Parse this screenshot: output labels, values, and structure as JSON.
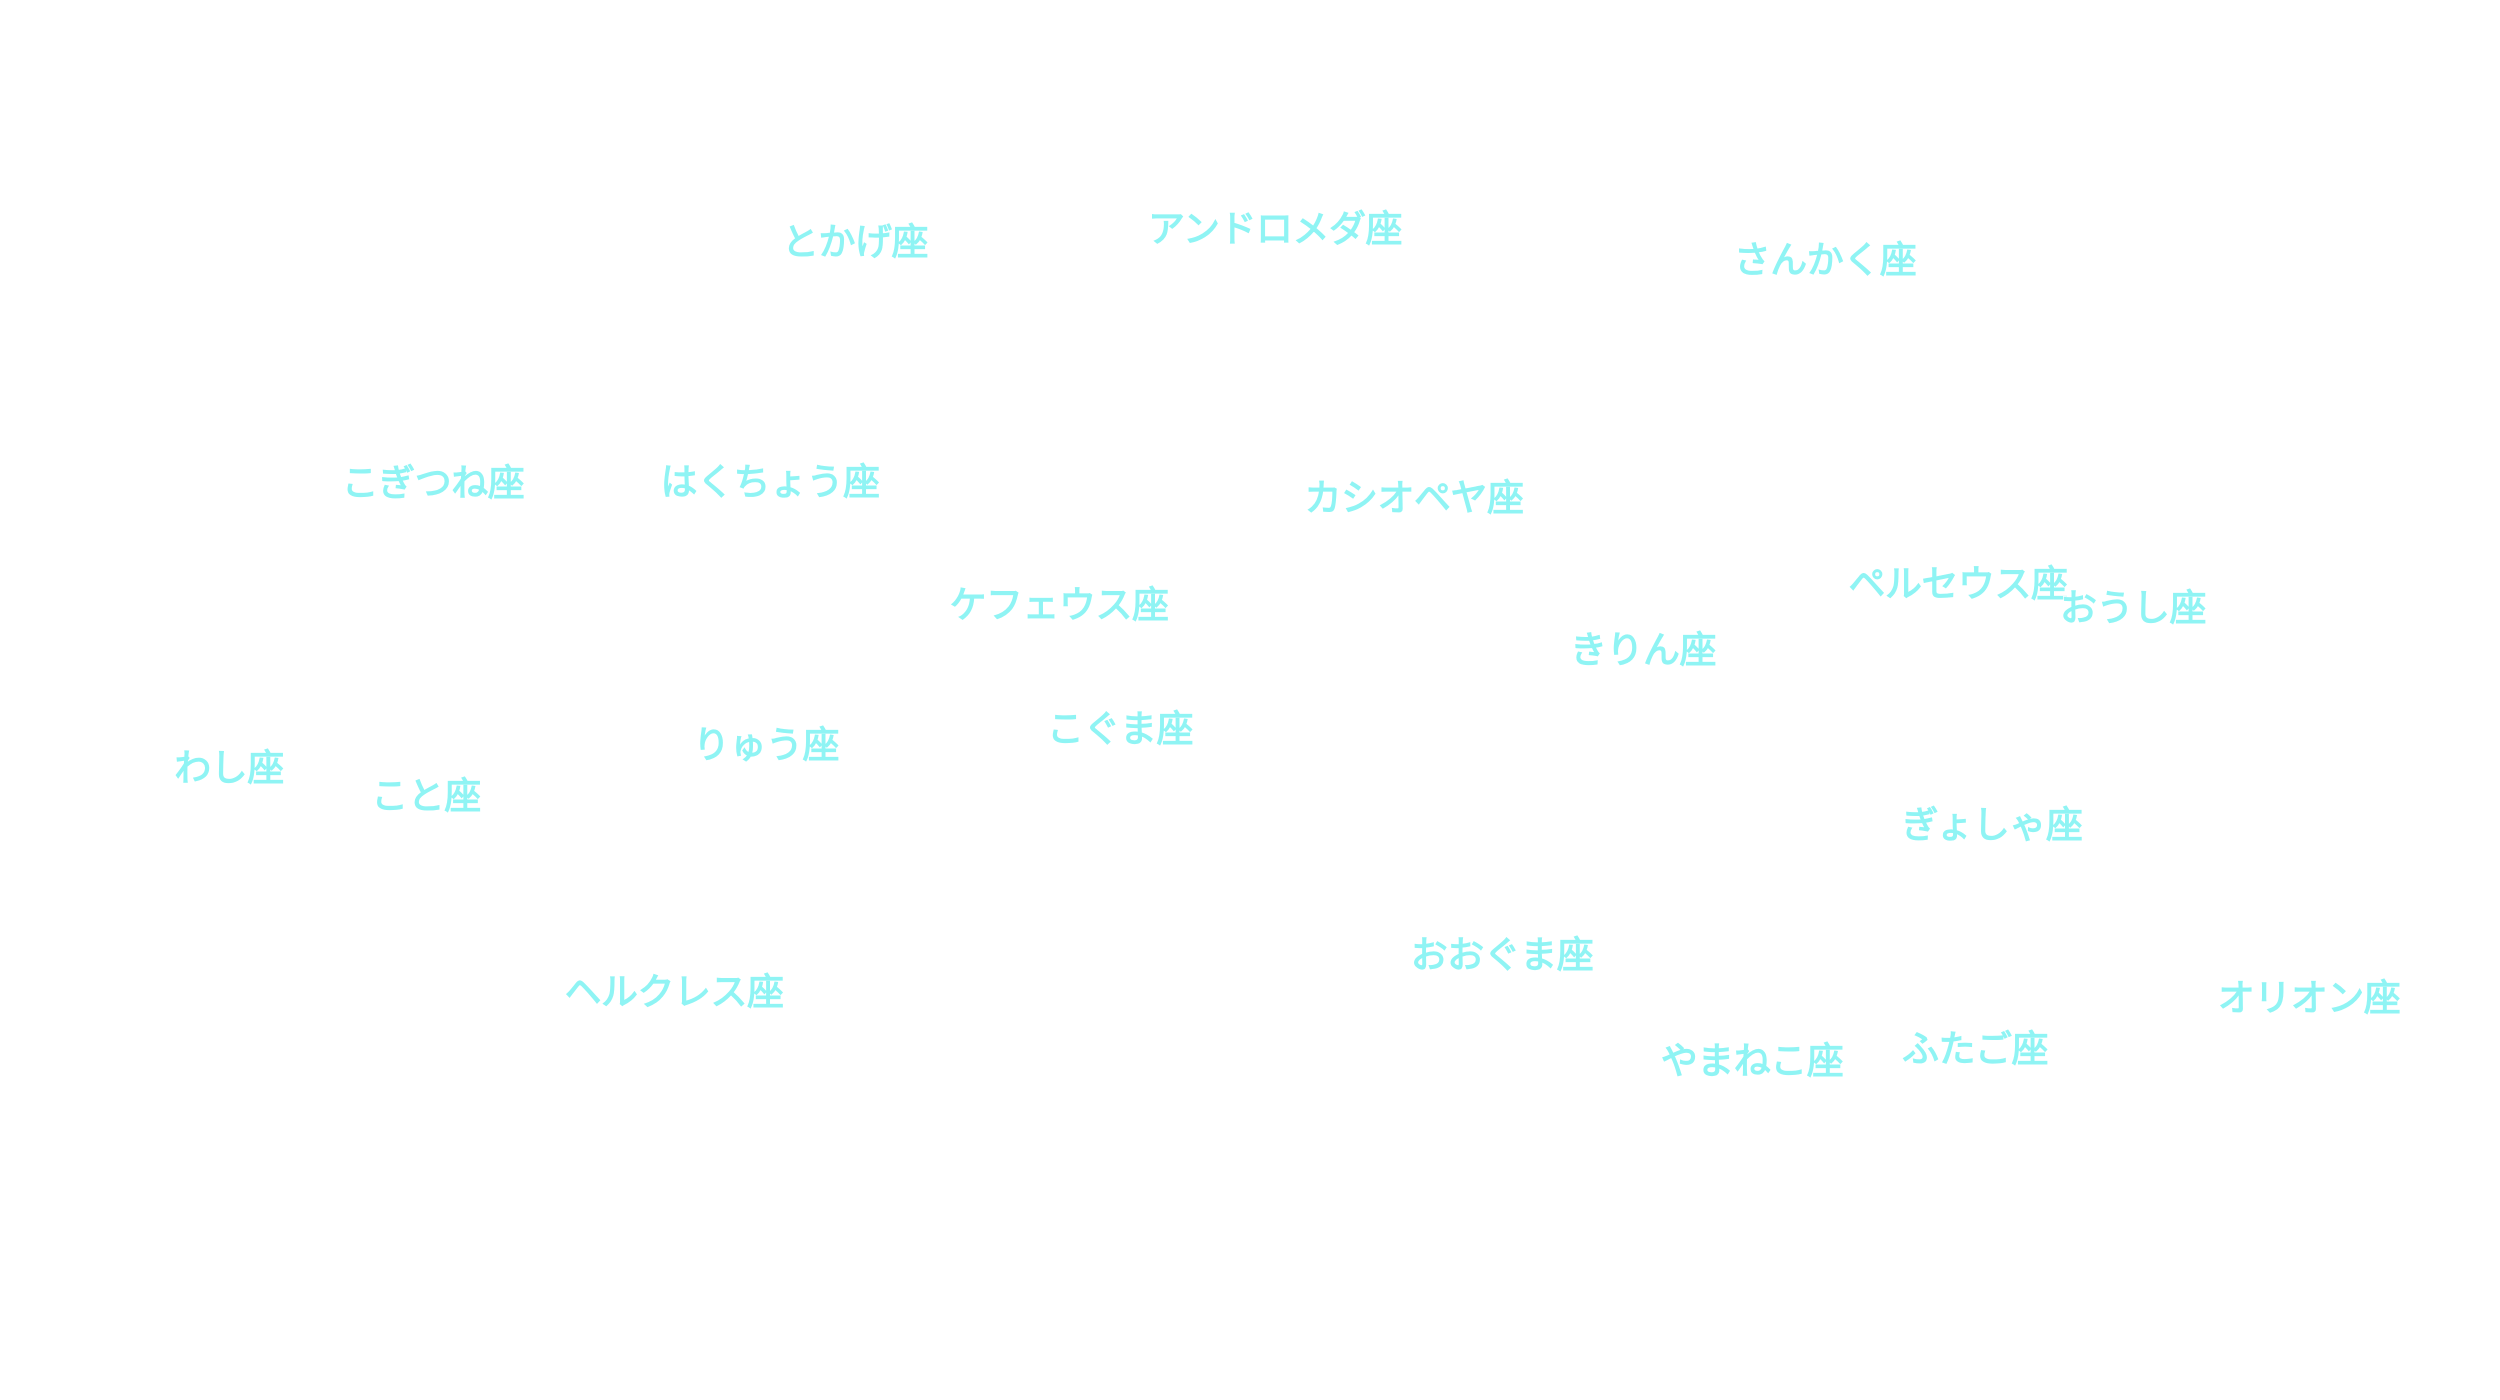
{
  "label_color": "#8ff4f4",
  "constellations": [
    {
      "key": "tokage",
      "name": "とかげ座"
    },
    {
      "key": "andromeda",
      "name": "アンドロメダ座"
    },
    {
      "key": "sankaku",
      "name": "さんかく座"
    },
    {
      "key": "kogitsune",
      "name": "こぎつね座"
    },
    {
      "key": "hakucho",
      "name": "はくちょう座"
    },
    {
      "key": "cassiopeia",
      "name": "カシオペヤ座"
    },
    {
      "key": "cepheus",
      "name": "ケフェウス座"
    },
    {
      "key": "perseus",
      "name": "ペルセウス座"
    },
    {
      "key": "oushi",
      "name": "おうし座"
    },
    {
      "key": "kirin",
      "name": "きりん座"
    },
    {
      "key": "kogumaza",
      "name": "こぐま座"
    },
    {
      "key": "ryu",
      "name": "りゅう座"
    },
    {
      "key": "washi",
      "name": "わし座"
    },
    {
      "key": "koto",
      "name": "こと座"
    },
    {
      "key": "gyosha",
      "name": "ぎょしゃ座"
    },
    {
      "key": "oguma",
      "name": "おおぐま座"
    },
    {
      "key": "hercules",
      "name": "ヘルクレス座"
    },
    {
      "key": "orion",
      "name": "オリオン座"
    },
    {
      "key": "futago",
      "name": "ふたご座"
    },
    {
      "key": "yamaneko",
      "name": "やまねこ座"
    }
  ]
}
